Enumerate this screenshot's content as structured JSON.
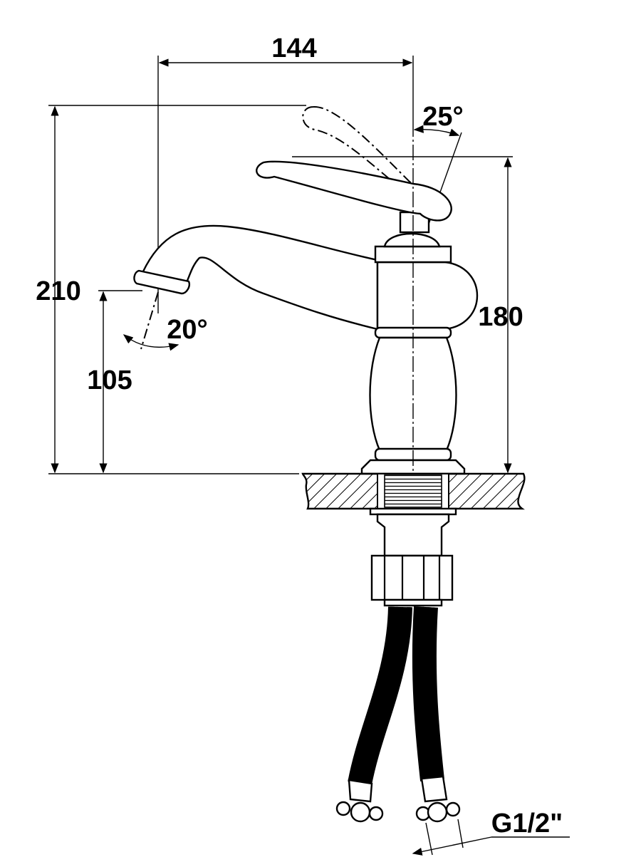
{
  "drawing": {
    "dimensions": {
      "spout_reach": "144",
      "total_height": "210",
      "spout_height": "105",
      "body_height": "180",
      "handle_angle": "25°",
      "spout_angle": "20°",
      "connection_thread": "G1/2\""
    },
    "colors": {
      "line": "#000000",
      "background": "#ffffff"
    }
  }
}
